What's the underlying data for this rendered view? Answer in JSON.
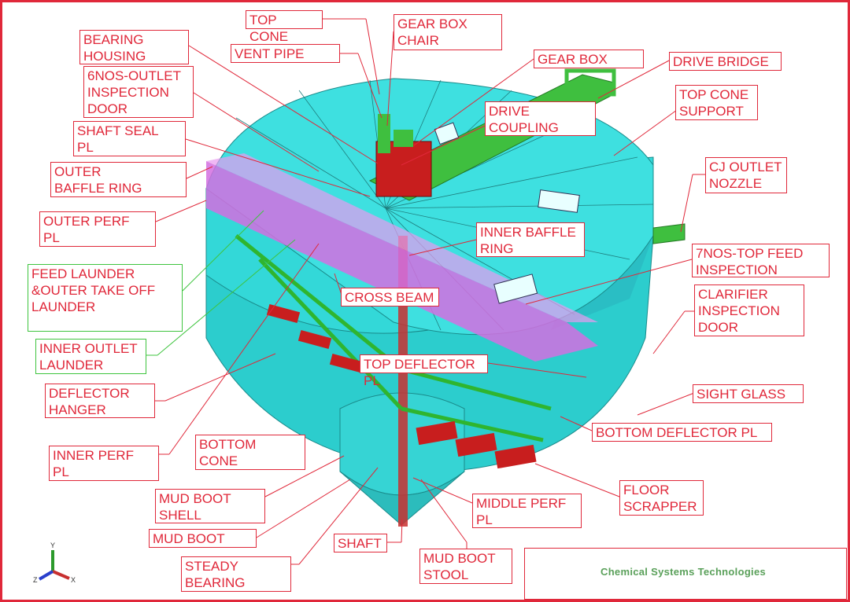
{
  "labels": {
    "top_cone": "TOP CONE",
    "gear_box_chair": "GEAR BOX\nCHAIR",
    "bearing_housing": "BEARING\nHOUSING",
    "vent_pipe": "VENT PIPE",
    "gear_box": "GEAR BOX",
    "drive_bridge": "DRIVE BRIDGE",
    "outlet_inspection_door": "6NOS-OUTLET\nINSPECTION\nDOOR",
    "drive_coupling": "DRIVE\nCOUPLING",
    "top_cone_support": "TOP CONE\nSUPPORT",
    "shaft_seal_pl": "SHAFT SEAL\nPL",
    "outer_baffle_ring": "OUTER\nBAFFLE RING",
    "cj_outlet_nozzle": "CJ OUTLET\nNOZZLE",
    "outer_perf_pl": "OUTER PERF\nPL",
    "inner_baffle_ring": "INNER BAFFLE\nRING",
    "top_feed_inspection": "7NOS-TOP FEED\nINSPECTION",
    "feed_launder": "FEED LAUNDER\n&OUTER TAKE OFF\nLAUNDER",
    "cross_beam": "CROSS BEAM",
    "clarifier_inspection_door": "CLARIFIER\nINSPECTION\nDOOR",
    "inner_outlet_launder": "INNER OUTLET\nLAUNDER",
    "top_deflector_pl": "TOP DEFLECTOR PL",
    "deflector_hanger": "DEFLECTOR\nHANGER",
    "sight_glass": "SIGHT GLASS",
    "bottom_deflector_pl": "BOTTOM DEFLECTOR PL",
    "bottom_cone": "BOTTOM\nCONE",
    "inner_perf_pl": "INNER PERF\nPL",
    "floor_scrapper": "FLOOR\nSCRAPPER",
    "mud_boot_shell": "MUD BOOT\nSHELL",
    "middle_perf_pl": "MIDDLE PERF\nPL",
    "mud_boot": "MUD BOOT",
    "shaft": "SHAFT",
    "mud_boot_stool": " MUD BOOT\nSTOOL",
    "steady_bearing": "STEADY\nBEARING"
  },
  "logo": {
    "text": "Chemical Systems Technologies"
  },
  "axes": {
    "y": "Y",
    "z": "Z",
    "x": "X"
  },
  "colors": {
    "frame": "#e0283a",
    "label_text": "#e0283a",
    "label_border_green": "#3ec43e",
    "vessel": "#2fd6d6",
    "launder": "#c94fd6",
    "structure": "#2fb52f",
    "deflector": "#c81e1e"
  }
}
